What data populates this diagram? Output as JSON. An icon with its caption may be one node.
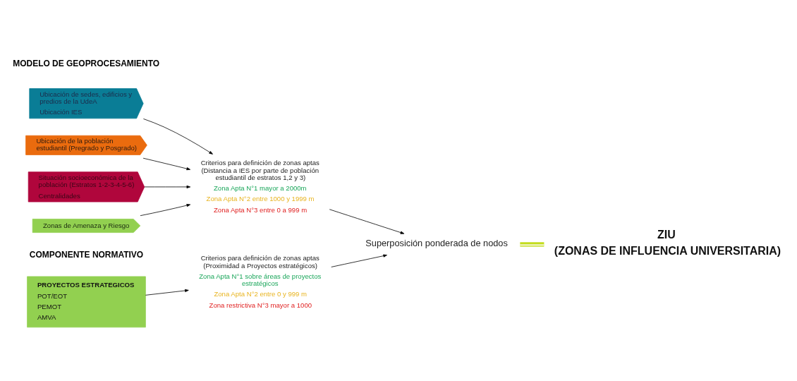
{
  "diagram": {
    "nodes": [
      {
        "text": [
          "Ubicación de sedes, edificios y predios de la UdeA",
          "Ubicación IES"
        ]
      },
      {
        "text": [
          "Ubicación de la población estudiantil (Pregrado y Posgrado)"
        ]
      },
      {
        "text": [
          "Situación socioeconómica de la población (Estratos 1-2-3-4-5-6)",
          "Centralidades"
        ]
      },
      {
        "text": [
          "Zonas de Amenaza y Riesgo"
        ]
      },
      {
        "text": [
          "PROYECTOS ESTRATEGICOS",
          "POT/EOT",
          "PEMOT",
          "AMVA"
        ]
      },
      {
        "text": [
          "Criterios para definición de zonas aptas (Distancia a IES por parte de población estudiantil de estratos 1,2 y 3)",
          "Zona Apta N°1 mayor a 2000m",
          "Zona Apta N°2 entre 1000 y 1999 m",
          "Zona Apta N°3 entre 0 a 999 m"
        ]
      },
      {
        "text": [
          "Criterios para definición de zonas aptas (Proximidad a Proyectos estratégicos)",
          "Zona Apta N°1 sobre áreas de proyectos estratégicos",
          "Zona Apta N°2 entre 0 y 999 m",
          "Zona restrictiva N°3 mayor a 1000"
        ]
      },
      {
        "text": [
          "Superposición ponderada de nodos"
        ]
      },
      {
        "text": [
          "ZIU",
          "(ZONAS DE INFLUENCIA UNIVERSITARIA)"
        ]
      }
    ],
    "edges": [
      {
        "from": 0,
        "to": 5,
        "arrow": "to"
      },
      {
        "from": 1,
        "to": 5,
        "arrow": "to"
      },
      {
        "from": 2,
        "to": 5,
        "arrow": "to"
      },
      {
        "from": 3,
        "to": 5,
        "arrow": "to"
      },
      {
        "from": 4,
        "to": 6,
        "arrow": "to"
      },
      {
        "from": 5,
        "to": 7,
        "arrow": "to"
      },
      {
        "from": 6,
        "to": 7,
        "arrow": "to"
      },
      {
        "from": 7,
        "to": 8,
        "arrow": "none",
        "style": "thick",
        "color": "#c3dc1e"
      }
    ],
    "labels": [
      "COMPONENTE NORMATIVO",
      "MODELO DE GEOPROCESAMIENTO"
    ]
  }
}
